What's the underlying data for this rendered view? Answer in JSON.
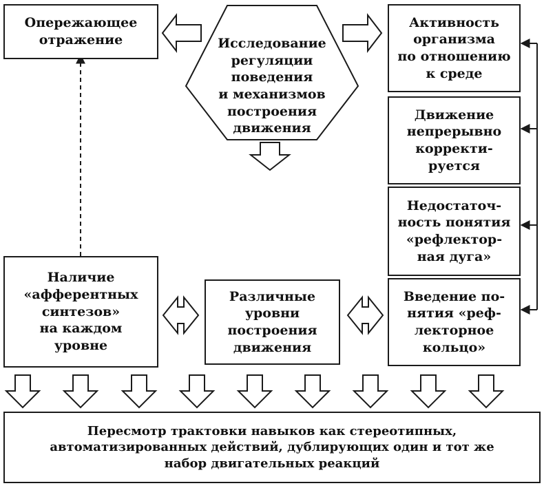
{
  "nodes": {
    "anticipatory_reflection": "Опережающее\nотражение",
    "research_regulation": "Исследование\nрегуляции\nповедения\nи механизмов\nпостроения\nдвижения",
    "organism_activity": "Активность\nорганизма\nпо отношению\nк среде",
    "movement_corrected": "Движение\nнепрерывно\nкорректи-\nруется",
    "reflex_arc_insufficiency": "Недостаточ-\nность понятия\n«рефлектор-\nная дуга»",
    "reflex_ring_introduction": "Введение по-\nнятия «реф-\nлекторное\nкольцо»",
    "afferent_syntheses": "Наличие\n«афферентных\nсинтезов»\nна каждом\nуровне",
    "movement_levels": "Различные\nуровни\nпостроения\nдвижения",
    "skills_revision": "Пересмотр трактовки навыков как стереотипных,\nавтоматизированных действий, дублирующих один и тот же\nнабор двигательных реакций"
  }
}
